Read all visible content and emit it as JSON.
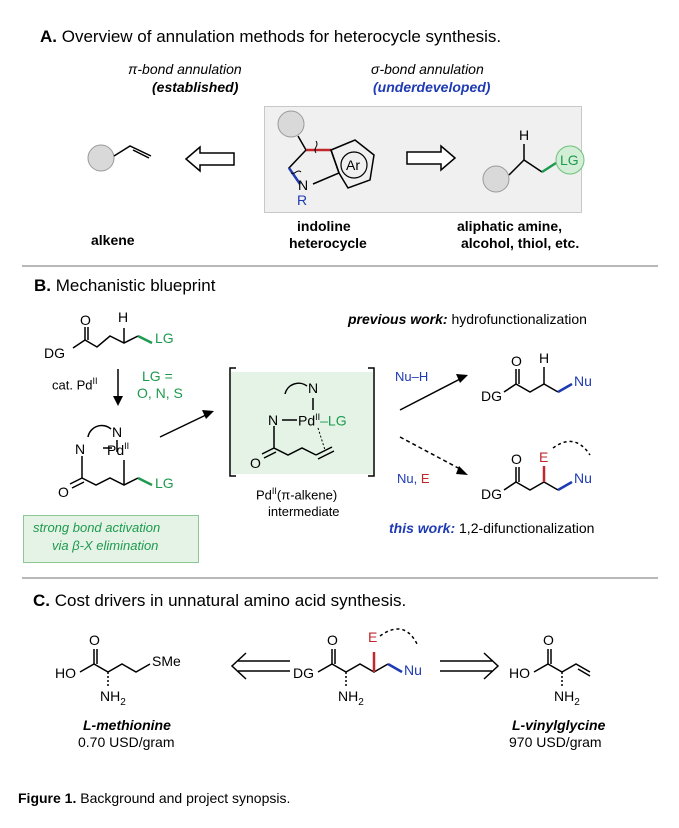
{
  "sectionA": {
    "letter": "A.",
    "title": "Overview of annulation methods for heterocycle synthesis.",
    "pi_label": "π-bond annulation",
    "pi_status": "(established)",
    "sigma_label": "σ-bond annulation",
    "sigma_status": "(underdeveloped)",
    "alkene_label": "alkene",
    "indoline_label_1": "indoline",
    "indoline_label_2": "heterocycle",
    "aliphatic_label_1": "aliphatic amine,",
    "aliphatic_label_2": "alcohol, thiol, etc.",
    "ring_ar": "Ar",
    "atom_n": "N",
    "atom_r": "R",
    "atom_h": "H",
    "atom_lg": "LG"
  },
  "sectionB": {
    "letter": "B.",
    "title": "Mechanistic blueprint",
    "substrate_dg": "DG",
    "substrate_o": "O",
    "substrate_h": "H",
    "substrate_lg": "LG",
    "catalyst": "cat. Pd",
    "catalyst_ox": "II",
    "lg_def_1": "LG =",
    "lg_def_2": "O, N, S",
    "pd_complex_n_top": "N",
    "pd_complex_n_left": "N",
    "pd_complex_pd": "Pd",
    "pd_complex_ox": "II",
    "pd_complex_o": "O",
    "pd_complex_lg": "LG",
    "strong_bond_1": "strong bond activation",
    "strong_bond_2": "via β-X elimination",
    "intermediate_n_top": "N",
    "intermediate_n_left": "N",
    "intermediate_pd": "Pd",
    "intermediate_ox": "II",
    "intermediate_lg": "–LG",
    "intermediate_o": "O",
    "intermediate_caption_1": "Pd",
    "intermediate_caption_ox": "II",
    "intermediate_caption_2": "(π-alkene)",
    "intermediate_caption_3": "intermediate",
    "previous_label": "previous work:",
    "previous_text": "hydrofunctionalization",
    "nuh": "Nu–H",
    "nu_e_1": "Nu,",
    "nu_e_2": "E",
    "product1_dg": "DG",
    "product1_o": "O",
    "product1_h": "H",
    "product1_nu": "Nu",
    "product2_dg": "DG",
    "product2_o": "O",
    "product2_e": "E",
    "product2_nu": "Nu",
    "this_label": "this work:",
    "this_text": "1,2-difunctionalization"
  },
  "sectionC": {
    "letter": "C.",
    "title": "Cost drivers in unnatural amino acid synthesis.",
    "met_o": "O",
    "met_ho": "HO",
    "met_sme": "SMe",
    "met_nh2": "NH",
    "met_nh2_sub": "2",
    "met_name": "L-methionine",
    "met_price": "0.70 USD/gram",
    "mid_o": "O",
    "mid_dg": "DG",
    "mid_e": "E",
    "mid_nu": "Nu",
    "mid_nh2": "NH",
    "mid_nh2_sub": "2",
    "vg_o": "O",
    "vg_ho": "HO",
    "vg_nh2": "NH",
    "vg_nh2_sub": "2",
    "vg_name": "L-vinylglycine",
    "vg_price": "970 USD/gram"
  },
  "caption": {
    "label": "Figure 1.",
    "text": "Background and project synopsis."
  },
  "colors": {
    "blue": "#1f3bb3",
    "green": "#1e9a4e",
    "red": "#c0282c",
    "rule": "#b8b8b8",
    "panel": "#f0f0f0",
    "green_box": "#e4f3e6"
  }
}
